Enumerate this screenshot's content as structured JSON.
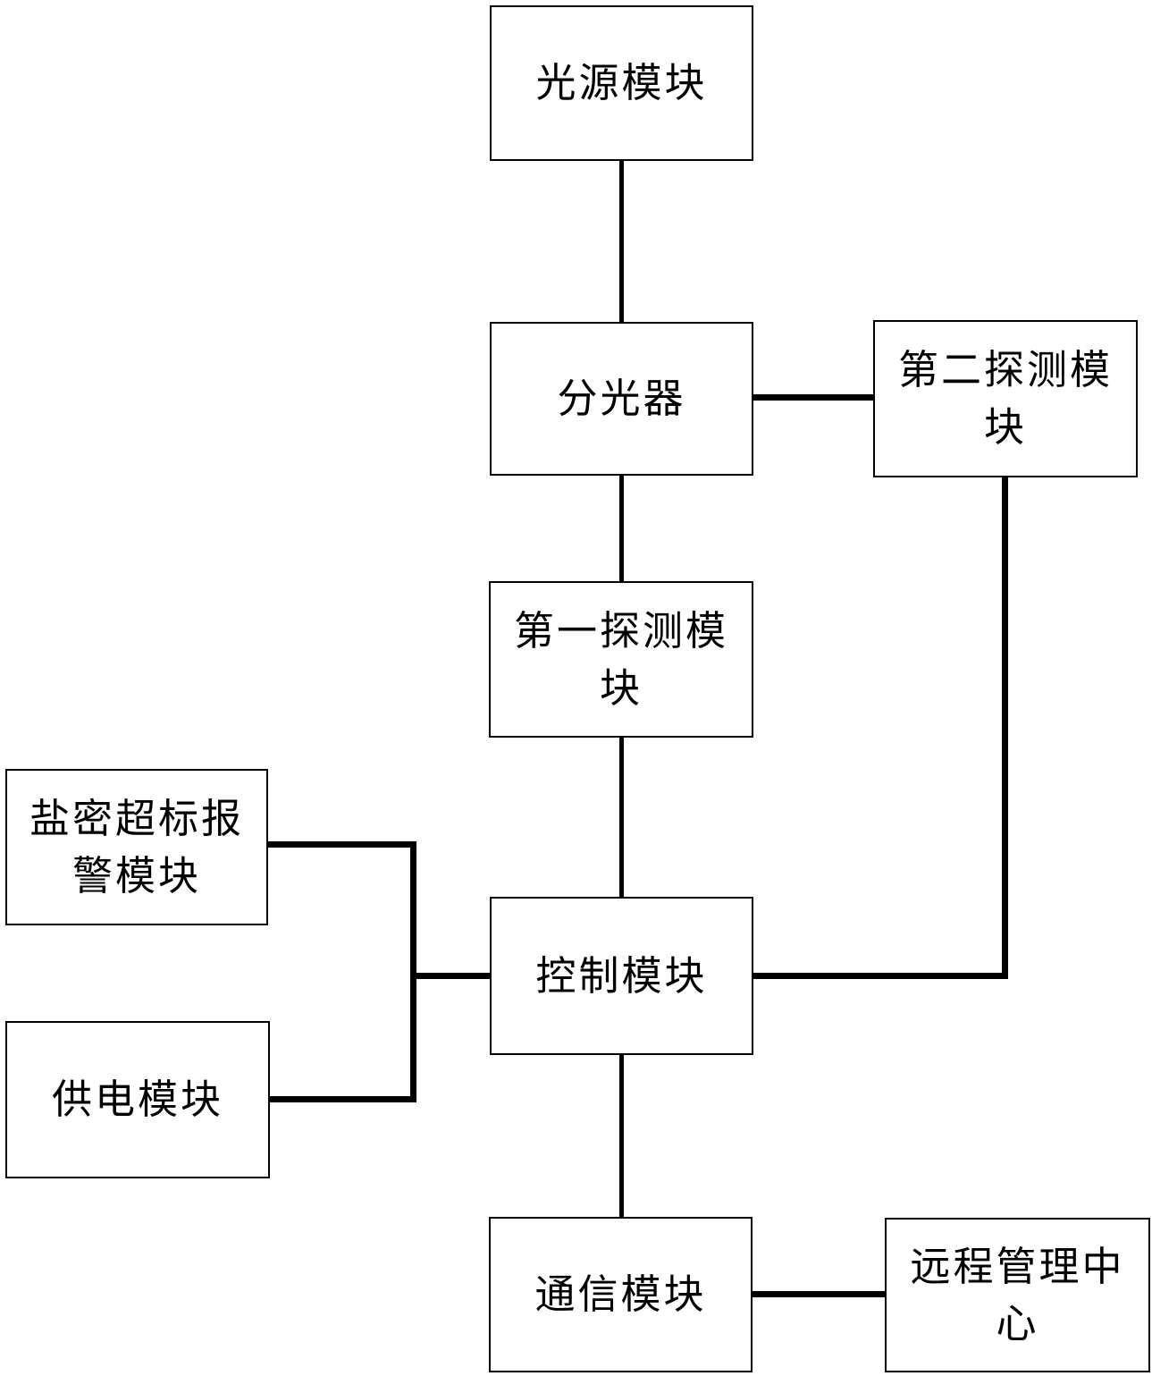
{
  "diagram": {
    "background_color": "#ffffff",
    "line_color": "#000000",
    "box_border_color": "#000000",
    "box_fill_color": "#ffffff",
    "text_color": "#000000",
    "nodes": [
      {
        "id": "light-source-module",
        "label": "光源模块"
      },
      {
        "id": "beam-splitter",
        "label": "分光器"
      },
      {
        "id": "second-detection-module",
        "label": "第二探测模\n块"
      },
      {
        "id": "first-detection-module",
        "label": "第一探测模\n块"
      },
      {
        "id": "control-module",
        "label": "控制模块"
      },
      {
        "id": "salt-density-alarm-module",
        "label": "盐密超标报\n警模块"
      },
      {
        "id": "power-supply-module",
        "label": "供电模块"
      },
      {
        "id": "communication-module",
        "label": "通信模块"
      },
      {
        "id": "remote-management-center",
        "label": "远程管理中\n心"
      }
    ],
    "edges": [
      {
        "from": "light-source-module",
        "to": "beam-splitter"
      },
      {
        "from": "beam-splitter",
        "to": "second-detection-module"
      },
      {
        "from": "beam-splitter",
        "to": "first-detection-module"
      },
      {
        "from": "first-detection-module",
        "to": "control-module"
      },
      {
        "from": "second-detection-module",
        "to": "control-module"
      },
      {
        "from": "salt-density-alarm-module",
        "to": "control-module"
      },
      {
        "from": "power-supply-module",
        "to": "control-module"
      },
      {
        "from": "control-module",
        "to": "communication-module"
      },
      {
        "from": "communication-module",
        "to": "remote-management-center"
      }
    ]
  }
}
